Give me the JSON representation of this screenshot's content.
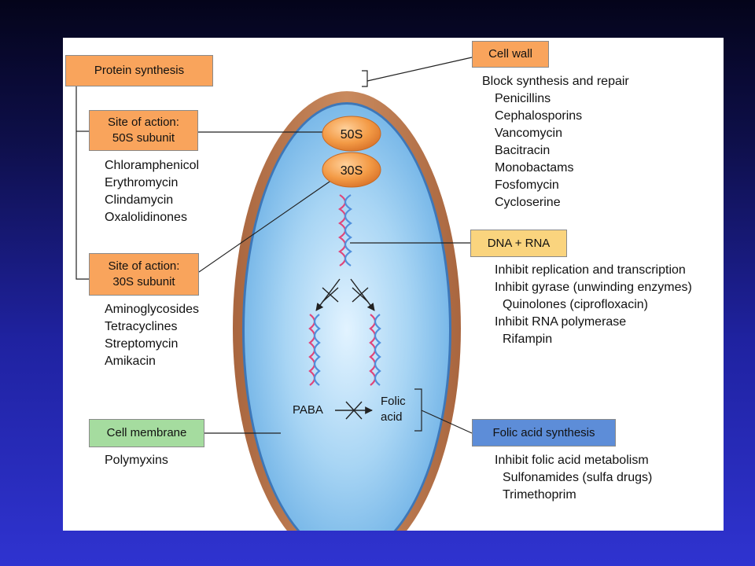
{
  "labels": {
    "protein_synthesis": "Protein synthesis",
    "site_50s_line1": "Site of action:",
    "site_50s_line2": "50S subunit",
    "site_30s_line1": "Site of action:",
    "site_30s_line2": "30S subunit",
    "cell_membrane": "Cell membrane",
    "cell_wall": "Cell wall",
    "dna_rna": "DNA + RNA",
    "folic_acid_synthesis": "Folic acid synthesis",
    "ribosome_50s": "50S",
    "ribosome_30s": "30S",
    "paba": "PABA",
    "folic_line1": "Folic",
    "folic_line2": "acid"
  },
  "lists": {
    "drugs_50s": [
      "Chloramphenicol",
      "Erythromycin",
      "Clindamycin",
      "Oxalolidinones"
    ],
    "drugs_30s": [
      "Aminoglycosides",
      "Tetracyclines",
      "Streptomycin",
      "Amikacin"
    ],
    "drugs_membrane": [
      "Polymyxins"
    ],
    "cell_wall_heading": "Block synthesis and repair",
    "drugs_cell_wall": [
      "Penicillins",
      "Cephalosporins",
      "Vancomycin",
      "Bacitracin",
      "Monobactams",
      "Fosfomycin",
      "Cycloserine"
    ],
    "dna_rna": {
      "line1": "Inhibit replication and transcription",
      "line2": "Inhibit gyrase (unwinding enzymes)",
      "line3": "Quinolones (ciprofloxacin)",
      "line4": "Inhibit RNA polymerase",
      "line5": "Rifampin"
    },
    "folic": {
      "line1": "Inhibit folic acid metabolism",
      "line2": "Sulfonamides (sulfa drugs)",
      "line3": "Trimethoprim"
    }
  },
  "colors": {
    "orange_box": "#f9a45c",
    "green_box": "#a5dc9f",
    "yellow_box": "#fad47e",
    "blue_box": "#5d8dd8",
    "cell_wall": "#b5734a",
    "cytoplasm": "#9fd0f2",
    "ribosome": "#f39a45"
  }
}
